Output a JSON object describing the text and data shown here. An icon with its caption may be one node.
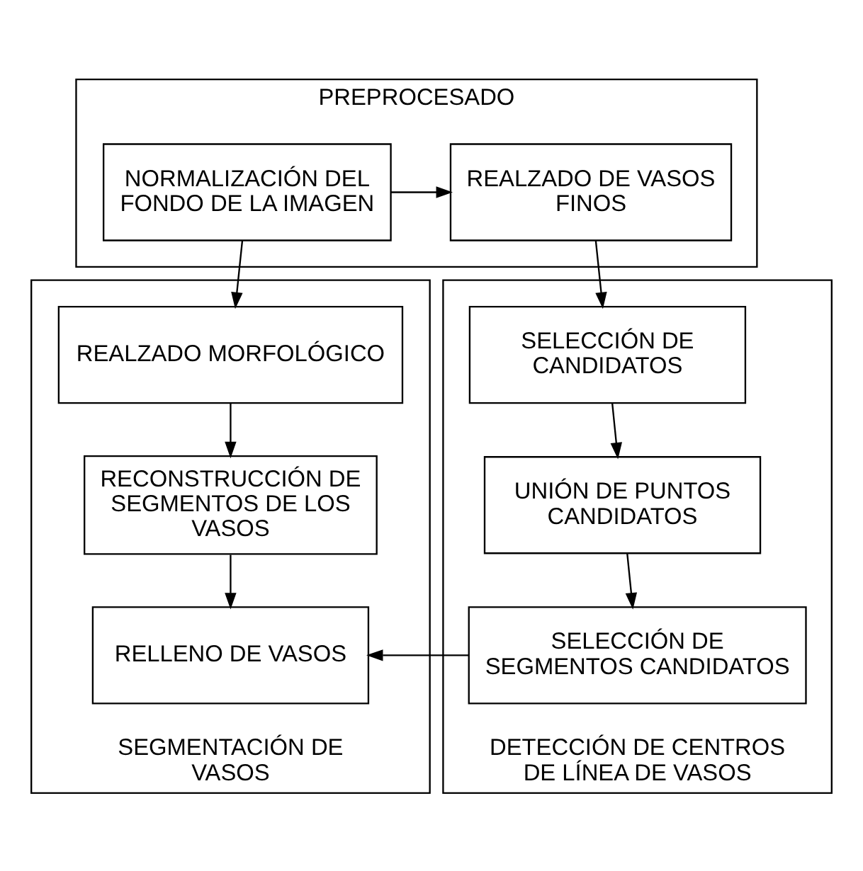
{
  "diagram": {
    "nodes": [
      {
        "text": [
          "PREPROCESADO"
        ]
      },
      {
        "text": [
          "NORMALIZACIÓN DEL FONDO DE LA IMAGEN"
        ],
        "in": 0
      },
      {
        "text": [
          "REALZADO DE VASOS FINOS"
        ],
        "in": 0
      },
      {
        "text": [
          "SEGMENTACIÓN DE VASOS"
        ]
      },
      {
        "text": [
          "REALZADO MORFOLÓGICO"
        ],
        "in": 3
      },
      {
        "text": [
          "RECONSTRUCCIÓN DE SEGMENTOS DE LOS VASOS"
        ],
        "in": 3
      },
      {
        "text": [
          "RELLENO DE VASOS"
        ],
        "in": 3
      },
      {
        "text": [
          "DETECCIÓN DE CENTROS DE LÍNEA DE VASOS"
        ]
      },
      {
        "text": [
          "SELECCIÓN DE CANDIDATOS"
        ],
        "in": 7
      },
      {
        "text": [
          "UNIÓN DE PUNTOS CANDIDATOS"
        ],
        "in": 7
      },
      {
        "text": [
          "SELECCIÓN DE SEGMENTOS CANDIDATOS"
        ],
        "in": 7
      }
    ],
    "edges": [
      {
        "from": 1,
        "to": 2,
        "arrow": "to"
      },
      {
        "from": 1,
        "to": 4,
        "arrow": "to"
      },
      {
        "from": 2,
        "to": 8,
        "arrow": "to"
      },
      {
        "from": 4,
        "to": 5,
        "arrow": "to"
      },
      {
        "from": 5,
        "to": 6,
        "arrow": "to"
      },
      {
        "from": 8,
        "to": 9,
        "arrow": "to"
      },
      {
        "from": 9,
        "to": 10,
        "arrow": "to"
      },
      {
        "from": 10,
        "to": 6,
        "arrow": "to"
      }
    ]
  }
}
